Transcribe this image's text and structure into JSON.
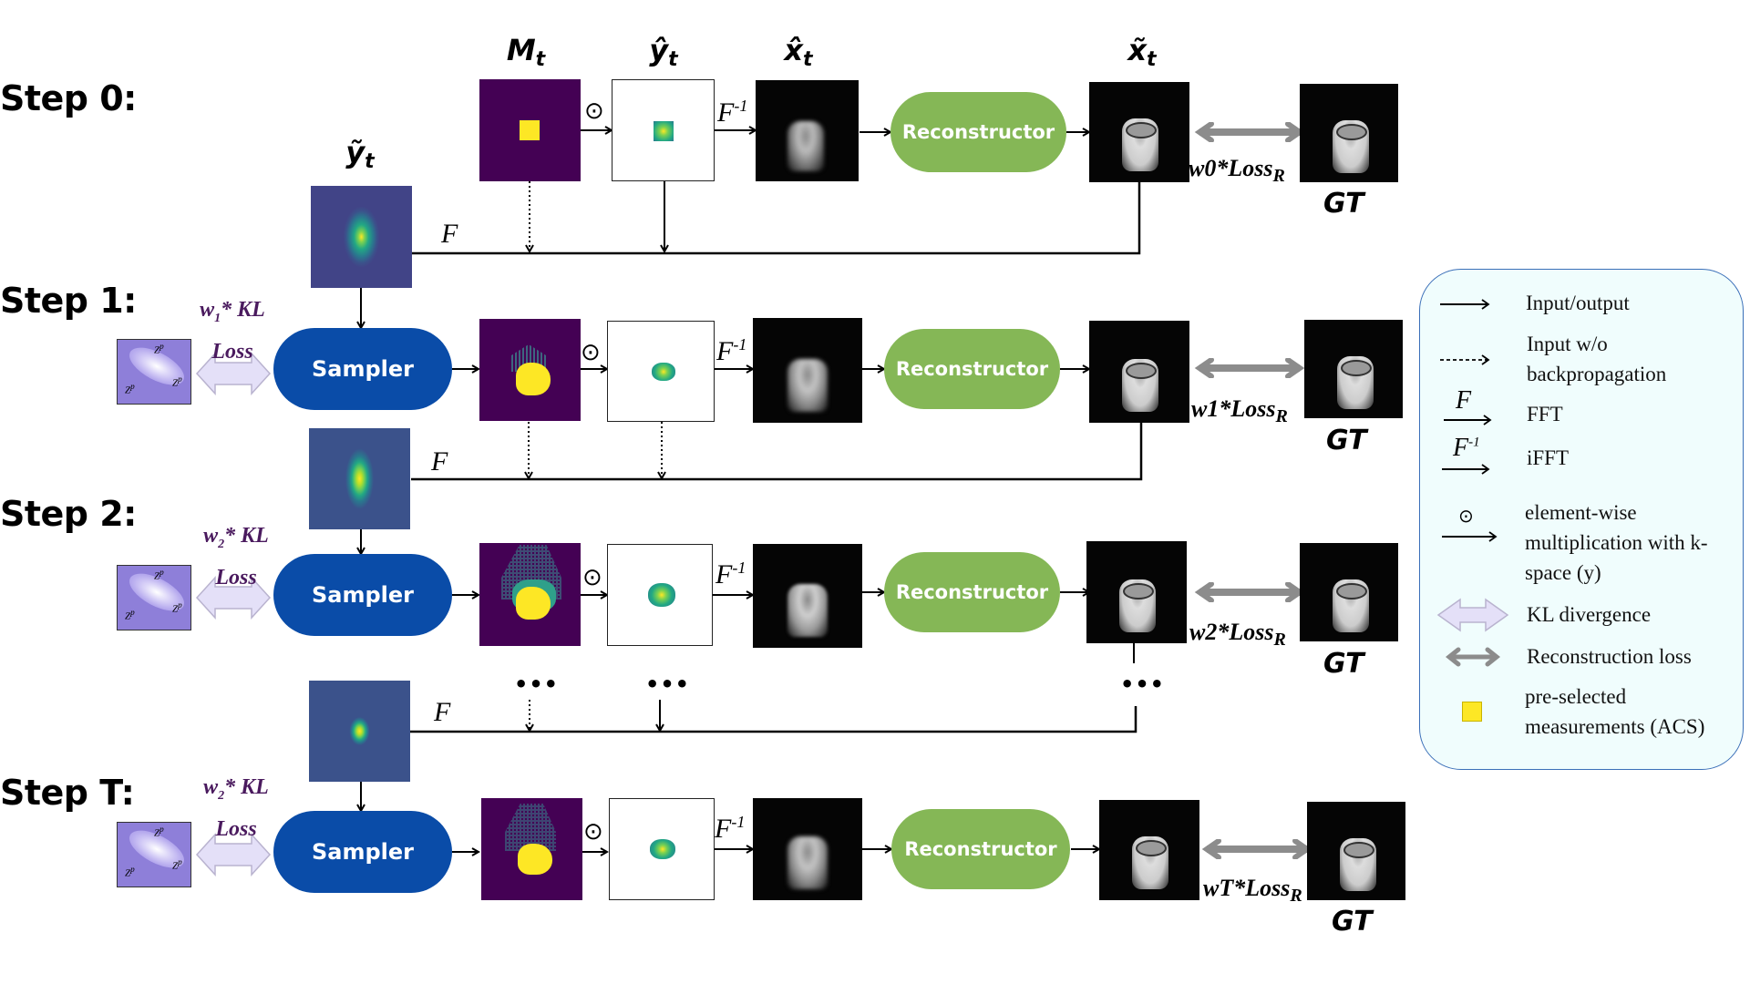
{
  "steps": [
    {
      "label": "Step 0:"
    },
    {
      "label": "Step 1:"
    },
    {
      "label": "Step 2:"
    },
    {
      "label": "Step T:"
    }
  ],
  "variables": {
    "mask": "M",
    "mask_sub": "t",
    "y_hat": "ŷ",
    "y_hat_sub": "t",
    "x_hat": "x̂",
    "x_hat_sub": "t",
    "x_tilde": "x̃",
    "x_tilde_sub": "t",
    "y_tilde": "ỹ",
    "y_tilde_sub": "t"
  },
  "blocks": {
    "sampler": "Sampler",
    "reconstructor": "Reconstructor",
    "gt": "GT"
  },
  "operators": {
    "fft": "F",
    "ifft": "F",
    "ifft_sup": "-1",
    "odot": "⊙",
    "ellipsis": "•••"
  },
  "losses": [
    {
      "weight": "w0*Loss",
      "sub": "R"
    },
    {
      "weight": "w1*Loss",
      "sub": "R"
    },
    {
      "weight": "w2*Loss",
      "sub": "R"
    },
    {
      "weight": "wT*Loss",
      "sub": "R"
    }
  ],
  "kl_losses": [
    {
      "w": "w",
      "w_sub": "1",
      "rest": "* KL",
      "line2": "Loss"
    },
    {
      "w": "w",
      "w_sub": "2",
      "rest": "* KL",
      "line2": "Loss"
    },
    {
      "w": "w",
      "w_sub": "2",
      "rest": "* KL",
      "line2": "Loss"
    }
  ],
  "latent_labels": {
    "z2": "Z",
    "z2_sup": "p",
    "z2_sub": "2",
    "z": "Z",
    "z_sup": "p"
  },
  "legend": {
    "items": [
      {
        "icon": "solid-arrow-icon",
        "text": "Input/output"
      },
      {
        "icon": "dashed-arrow-icon",
        "text": "Input w/o backpropagation"
      },
      {
        "icon": "fft-arrow-icon",
        "symbol": "F",
        "text": "FFT"
      },
      {
        "icon": "ifft-arrow-icon",
        "symbol": "F",
        "symbol_sup": "-1",
        "text": "iFFT"
      },
      {
        "icon": "odot-arrow-icon",
        "symbol": "⊙",
        "text": "element-wise multiplication with k-space (y)"
      },
      {
        "icon": "kl-double-arrow-icon",
        "text": "KL divergence"
      },
      {
        "icon": "recon-double-arrow-icon",
        "text": "Reconstruction loss"
      },
      {
        "icon": "yellow-square-icon",
        "text": "pre-selected measurements (ACS)"
      }
    ]
  },
  "colors": {
    "sampler": "#0a4ca8",
    "reconstructor": "#85b756",
    "mask_bg": "#440154",
    "acs_yellow": "#fde725",
    "kl_text": "#4a1a5e",
    "latent_bg": "#8e7fd9",
    "kl_arrow_fill": "#e4e0f8",
    "recon_arrow": "#8c8c8c",
    "legend_bg": "#f0fdfd",
    "legend_border": "#3a6fb8"
  }
}
